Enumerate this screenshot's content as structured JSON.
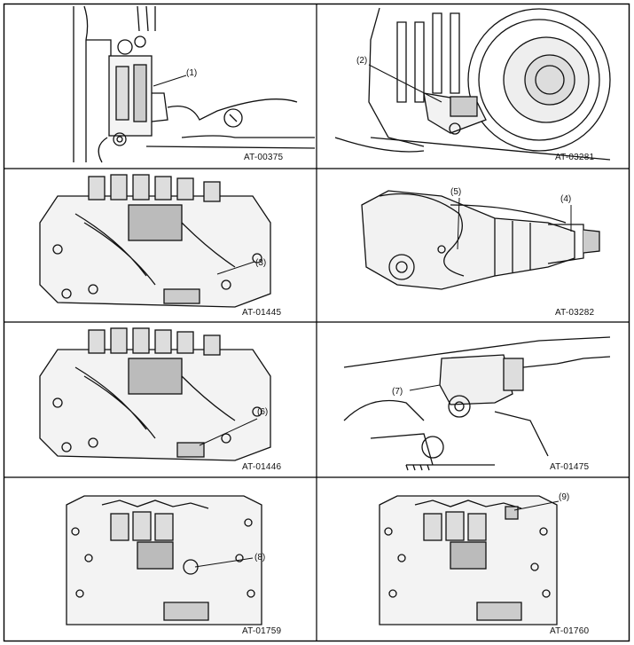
{
  "panels": [
    {
      "code": "AT-00375",
      "callouts": [
        "(1)"
      ]
    },
    {
      "code": "AT-03281",
      "callouts": [
        "(2)"
      ]
    },
    {
      "code": "AT-01445",
      "callouts": [
        "(3)"
      ]
    },
    {
      "code": "AT-03282",
      "callouts": [
        "(4)",
        "(5)"
      ]
    },
    {
      "code": "AT-01446",
      "callouts": [
        "(6)"
      ]
    },
    {
      "code": "AT-01475",
      "callouts": [
        "(7)"
      ]
    },
    {
      "code": "AT-01759",
      "callouts": [
        "(8)"
      ]
    },
    {
      "code": "AT-01760",
      "callouts": [
        "(9)"
      ]
    }
  ]
}
